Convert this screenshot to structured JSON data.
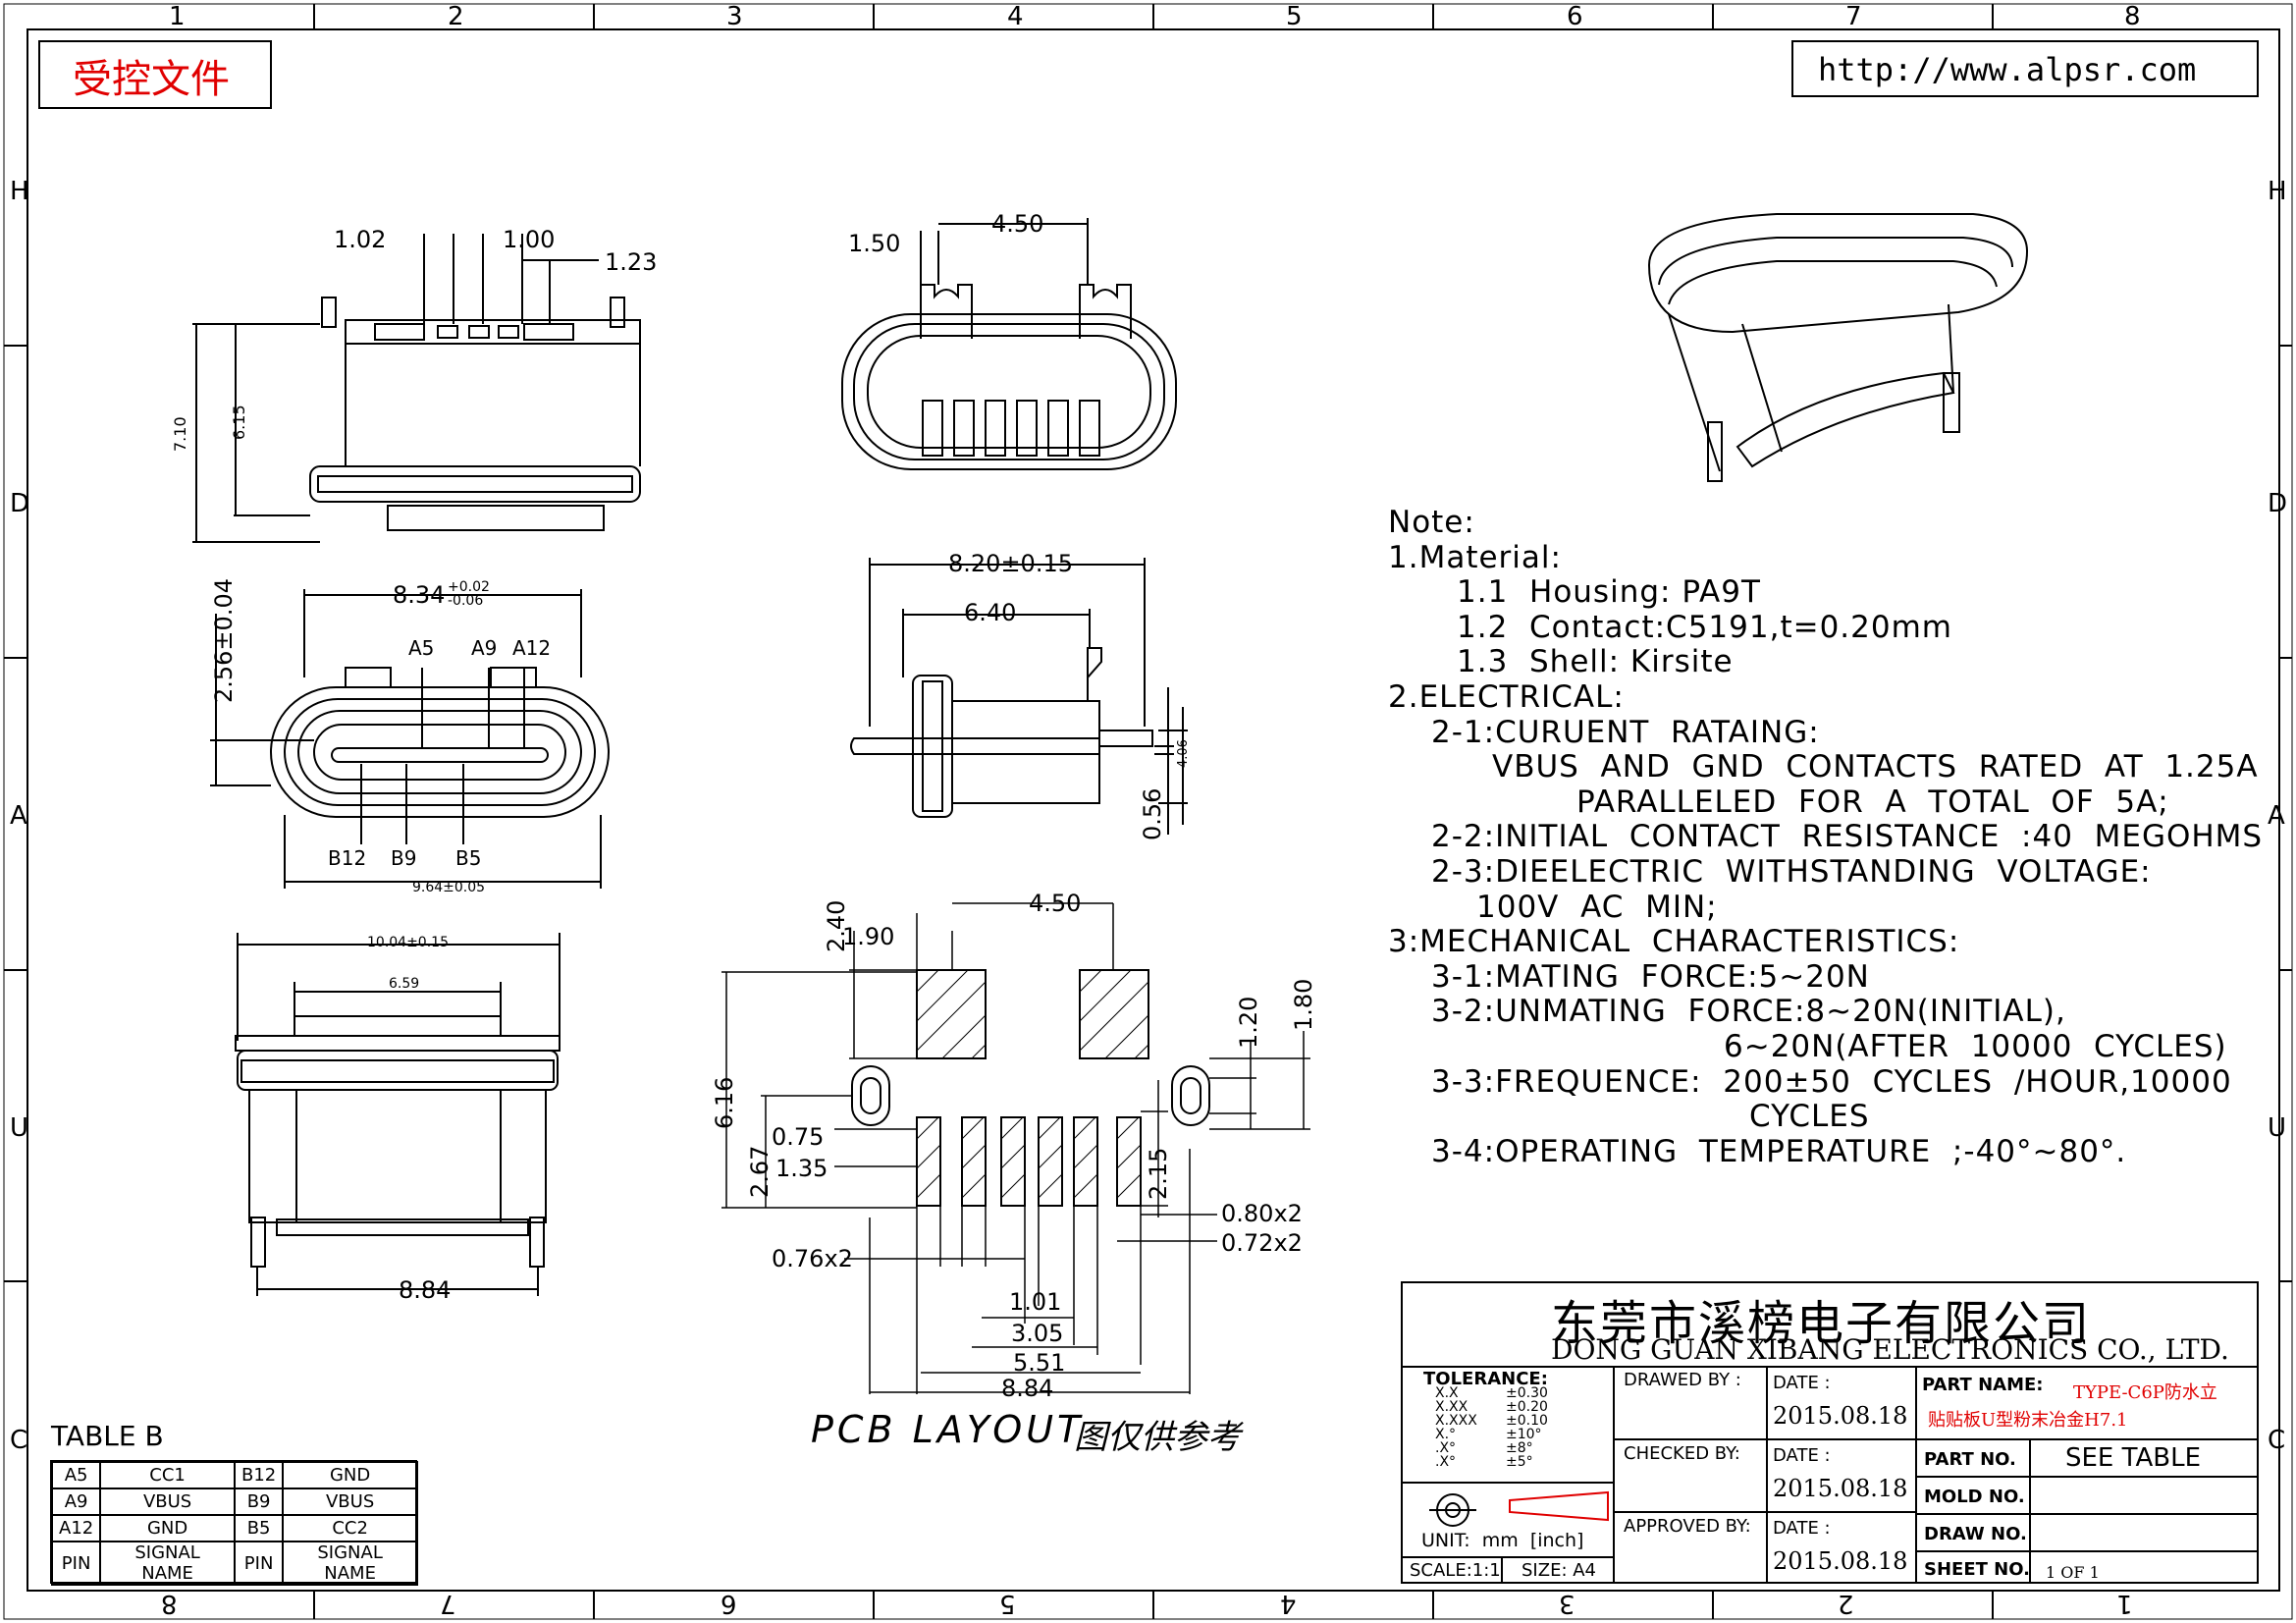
{
  "grid": {
    "cols_top": [
      "1",
      "2",
      "3",
      "4",
      "5",
      "6",
      "7",
      "8"
    ],
    "cols_bottom": [
      "8",
      "7",
      "6",
      "5",
      "4",
      "3",
      "2",
      "1"
    ],
    "rows": [
      "H",
      "D",
      "A",
      "U",
      "C"
    ]
  },
  "header": {
    "controlled_doc": "受控文件",
    "url": "http://www.alpsr.com"
  },
  "dims": {
    "top_view": [
      "1.02",
      "1.00",
      "1.23",
      "7.10",
      "6.15"
    ],
    "front_face": [
      "1.50",
      "4.50"
    ],
    "face_view": [
      "8.34",
      "+0.02",
      "-0.06",
      "2.56±0.04",
      "A5",
      "A9",
      "A12",
      "B12",
      "B9",
      "B5",
      "9.64±0.05"
    ],
    "side_view": [
      "8.20±0.15",
      "6.40",
      "4.06",
      "0.56"
    ],
    "bottom_view": [
      "10.04±0.15",
      "6.59",
      "8.84"
    ],
    "pcb": [
      "2.40",
      "1.90",
      "4.50",
      "1.20",
      "1.80",
      "6.16",
      "2.67",
      "0.75",
      "1.35",
      "2.15",
      "0.80x2",
      "0.72x2",
      "0.76x2",
      "1.01",
      "3.05",
      "5.51",
      "8.84"
    ]
  },
  "pcb_caption": {
    "latin": "PCB LAYOUT",
    "cn": "图仅供参考"
  },
  "notes": [
    {
      "indent": 0,
      "text": "Note:"
    },
    {
      "indent": 0,
      "text": "1.Material:"
    },
    {
      "indent": 1,
      "text": "1.1  Housing: PA9T"
    },
    {
      "indent": 1,
      "text": "1.2  Contact:C5191,t=0.20mm"
    },
    {
      "indent": 1,
      "text": "1.3  Shell: Kirsite"
    },
    {
      "indent": 0,
      "text": "2.ELECTRICAL:"
    },
    {
      "indent": 2,
      "text": "2-1:CURUENT  RATAING:"
    },
    {
      "indent": 3,
      "text": "VBUS  AND  GND  CONTACTS  RATED  AT  1.25A"
    },
    {
      "indent": 4,
      "text": "PARALLELED  FOR  A  TOTAL  OF  5A;"
    },
    {
      "indent": 2,
      "text": "2-2:INITIAL  CONTACT  RESISTANCE  :40  MEGOHMS"
    },
    {
      "indent": 2,
      "text": "2-3:DIEELECTRIC  WITHSTANDING  VOLTAGE:"
    },
    {
      "indent": 5,
      "text": "100V  AC  MIN;"
    },
    {
      "indent": 0,
      "text": "3:MECHANICAL  CHARACTERISTICS:"
    },
    {
      "indent": 2,
      "text": "3-1:MATING  FORCE:5~20N"
    },
    {
      "indent": 2,
      "text": "3-2:UNMATING  FORCE:8~20N(INITIAL),"
    },
    {
      "indent": 6,
      "text": "6~20N(AFTER  10000  CYCLES)"
    },
    {
      "indent": 2,
      "text": "3-3:FREQUENCE:  200±50  CYCLES  /HOUR,10000"
    },
    {
      "indent": 7,
      "text": "CYCLES"
    },
    {
      "indent": 2,
      "text": "3-4:OPERATING  TEMPERATURE  ;-40°~80°."
    }
  ],
  "table_b": {
    "title": "TABLE B",
    "rows": [
      [
        "A5",
        "CC1",
        "B12",
        "GND"
      ],
      [
        "A9",
        "VBUS",
        "B9",
        "VBUS"
      ],
      [
        "A12",
        "GND",
        "B5",
        "CC2"
      ],
      [
        "PIN",
        "SIGNAL NAME",
        "PIN",
        "SIGNAL NAME"
      ]
    ]
  },
  "title_block": {
    "company_cn": "东莞市溪榜电子有限公司",
    "company_en": "DONG GUAN XIBANG ELECTRONICS CO., LTD.",
    "tolerance_label": "TOLERANCE:",
    "tolerance_rows": [
      [
        "X.X",
        "±0.30"
      ],
      [
        "X.XX",
        "±0.20"
      ],
      [
        "X.XXX",
        "±0.10"
      ],
      [
        "X.°",
        "±10°"
      ],
      [
        ".X°",
        "±8°"
      ],
      [
        ".X°",
        "±5°"
      ]
    ],
    "unit": "UNIT:  mm  [inch]",
    "scale": "SCALE:1:1",
    "size": "SIZE: A4",
    "drawed_by": "DRAWED BY :",
    "checked_by": "CHECKED BY:",
    "approved_by": "APPROVED BY:",
    "date_label": "DATE :",
    "date_1": "2015.08.18",
    "date_2": "2015.08.18",
    "date_3": "2015.08.18",
    "part_name_label": "PART NAME:",
    "part_name_1": "TYPE-C6P防水立",
    "part_name_2": "贴贴板U型粉末冶金H7.1",
    "part_no_label": "PART NO.",
    "part_no": "SEE TABLE",
    "mold_no_label": "MOLD NO.",
    "draw_no_label": "DRAW NO.",
    "sheet_no_label": "SHEET NO.",
    "sheet_no": "1 OF 1"
  }
}
